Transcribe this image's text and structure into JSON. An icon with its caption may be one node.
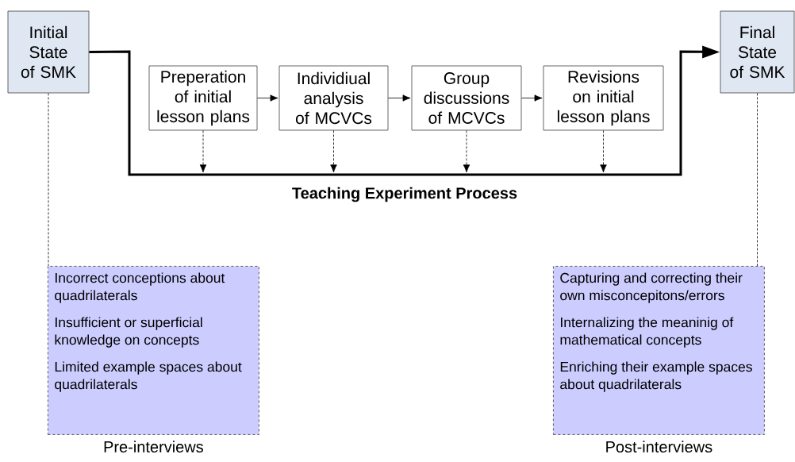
{
  "diagram": {
    "nodes": [
      {
        "text": [
          "Initial State of SMK"
        ]
      },
      {
        "text": [
          "Preperation of initial lesson plans"
        ]
      },
      {
        "text": [
          "Individiual analysis of MCVCs"
        ]
      },
      {
        "text": [
          "Group discussions of MCVCs"
        ]
      },
      {
        "text": [
          "Revisions on initial lesson plans"
        ]
      },
      {
        "text": [
          "Final State of SMK"
        ]
      },
      {
        "text": [
          "Incorrect conceptions about quadrilaterals",
          "Insufficient or superficial knowledge on concepts",
          "Limited example spaces about quadrilaterals"
        ],
        "beside": [
          "Pre-interviews"
        ]
      },
      {
        "text": [
          "Capturing and correcting their own misconcepitons/errors",
          "Internalizing the meaninig of mathematical concepts",
          "Enriching their example spaces about quadrilaterals"
        ],
        "beside": [
          "Post-interviews"
        ]
      }
    ],
    "edges": [
      {
        "from": 1,
        "to": 2,
        "arrow": "to"
      },
      {
        "from": 2,
        "to": 3,
        "arrow": "to"
      },
      {
        "from": 3,
        "to": 4,
        "arrow": "to"
      },
      {
        "from": 0,
        "to": 5,
        "arrow": "to",
        "style": "thick",
        "label": "Teaching Experiment Process"
      },
      {
        "from": 1,
        "to": null,
        "arrow": "to",
        "style": "dashed"
      },
      {
        "from": 2,
        "to": null,
        "arrow": "to",
        "style": "dashed"
      },
      {
        "from": 3,
        "to": null,
        "arrow": "to",
        "style": "dashed"
      },
      {
        "from": 4,
        "to": null,
        "arrow": "to",
        "style": "dashed"
      },
      {
        "from": 0,
        "to": 6,
        "arrow": "none",
        "style": "dashed"
      },
      {
        "from": 5,
        "to": 7,
        "arrow": "none",
        "style": "dashed"
      }
    ]
  }
}
